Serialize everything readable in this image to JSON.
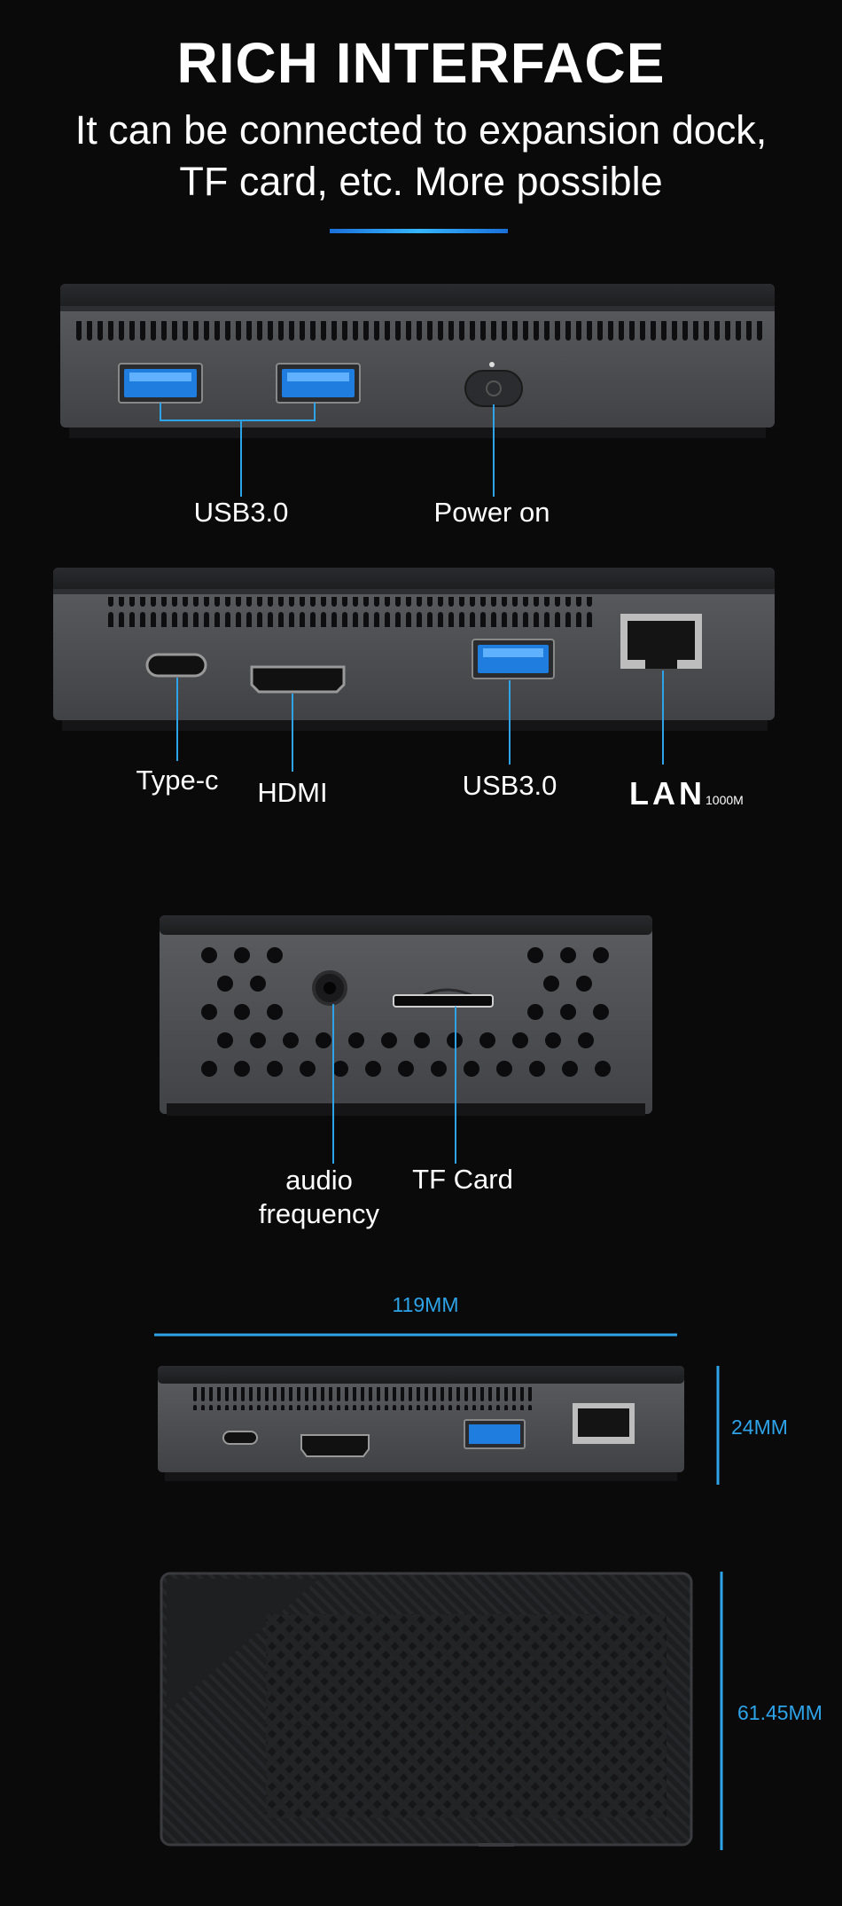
{
  "header": {
    "title": "RICH INTERFACE",
    "subtitle_line1": "It can be connected to expansion dock,",
    "subtitle_line2": "TF card, etc. More possible"
  },
  "front_panel": {
    "usb_label": "USB3.0",
    "power_label": "Power on"
  },
  "rear_panel": {
    "typec_label": "Type-c",
    "hdmi_label": "HDMI",
    "usb_label": "USB3.0",
    "lan_label": "LAN",
    "lan_speed": "1000M"
  },
  "side_panel": {
    "audio_label_line1": "audio",
    "audio_label_line2": "frequency",
    "tf_label": "TF Card"
  },
  "dimensions": {
    "width_label": "119MM",
    "height_label": "24MM",
    "depth_label": "61.45MM"
  },
  "colors": {
    "background": "#0a0a0a",
    "accent_blue": "#2ea3e8",
    "usb_blue": "#1f7de0",
    "device_gray": "#505256"
  }
}
